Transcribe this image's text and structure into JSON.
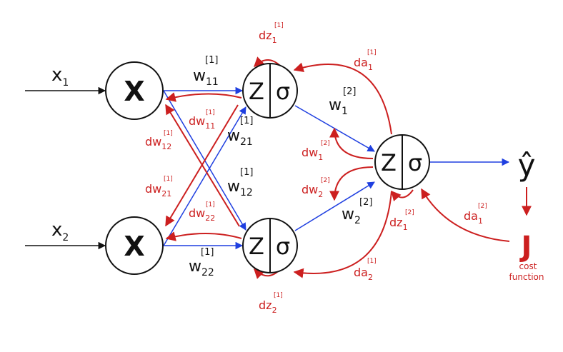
{
  "colors": {
    "forward": "#1f3fe0",
    "backward": "#cc1f1f",
    "node_stroke": "#111111",
    "text": "#111111"
  },
  "inputs": [
    {
      "base": "x",
      "sub": "1"
    },
    {
      "base": "x",
      "sub": "2"
    }
  ],
  "multiply_symbol": "X",
  "neuron": {
    "left": "Z",
    "right": "σ"
  },
  "output_symbol": "ŷ",
  "cost": {
    "symbol": "J",
    "caption_line1": "cost",
    "caption_line2": "function"
  },
  "weights": {
    "w11": {
      "base": "w",
      "sup": "[1]",
      "sub": "11"
    },
    "w21": {
      "base": "w",
      "sup": "[1]",
      "sub": "21"
    },
    "w12": {
      "base": "w",
      "sup": "[1]",
      "sub": "12"
    },
    "w22": {
      "base": "w",
      "sup": "[1]",
      "sub": "22"
    },
    "w1_2": {
      "base": "w",
      "sup": "[2]",
      "sub": "1"
    },
    "w2_2": {
      "base": "w",
      "sup": "[2]",
      "sub": "2"
    }
  },
  "gradients": {
    "dz1_1": {
      "base": "dz",
      "sup": "[1]",
      "sub": "1"
    },
    "dz2_1": {
      "base": "dz",
      "sup": "[1]",
      "sub": "2"
    },
    "da1_1": {
      "base": "da",
      "sup": "[1]",
      "sub": "1"
    },
    "da2_1": {
      "base": "da",
      "sup": "[1]",
      "sub": "2"
    },
    "dw11": {
      "base": "dw",
      "sup": "[1]",
      "sub": "11"
    },
    "dw12": {
      "base": "dw",
      "sup": "[1]",
      "sub": "12"
    },
    "dw21": {
      "base": "dw",
      "sup": "[1]",
      "sub": "21"
    },
    "dw22": {
      "base": "dw",
      "sup": "[1]",
      "sub": "22"
    },
    "dw1_2": {
      "base": "dw",
      "sup": "[2]",
      "sub": "1"
    },
    "dw2_2": {
      "base": "dw",
      "sup": "[2]",
      "sub": "2"
    },
    "dz1_2": {
      "base": "dz",
      "sup": "[2]",
      "sub": "1"
    },
    "da1_2": {
      "base": "da",
      "sup": "[2]",
      "sub": "1"
    }
  }
}
